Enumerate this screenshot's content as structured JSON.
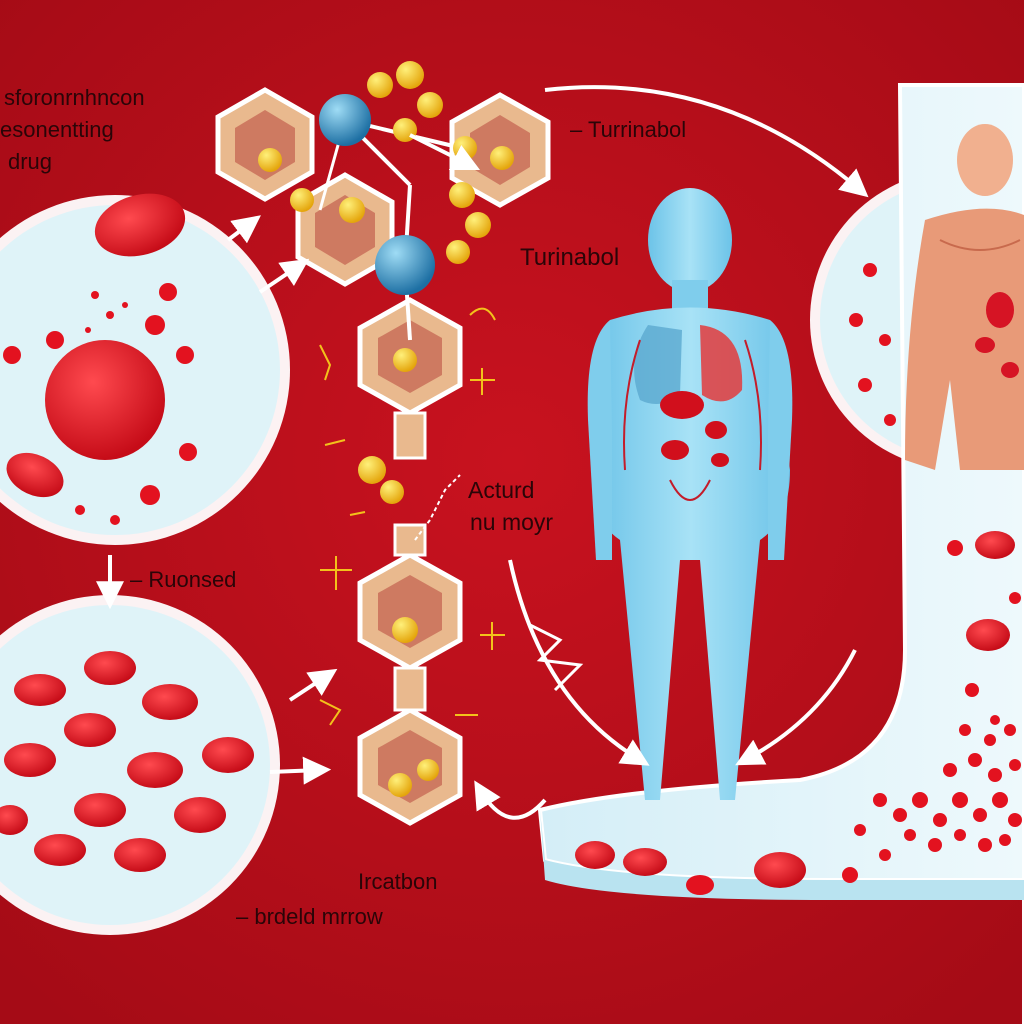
{
  "title": {
    "line1": "sforonrnhncon",
    "line2": "esonentting",
    "line3": "drug"
  },
  "labels": {
    "turinabol_top": "– Turrinabol",
    "turinabol_mid": "Turinabol",
    "actured": "Acturd",
    "nu_moyr": "nu moyr",
    "ruonsed": "– Ruonsed",
    "ircatbon": "Ircatbon",
    "bone_marrow": "– brdeld mrrow"
  },
  "colors": {
    "background": "#b8101c",
    "panel": "#dff3f8",
    "cell": "#e3121f",
    "molecule": "#f3c21b",
    "atom": "#2e8fc4",
    "hexagon": "#e9b98e",
    "body": "#8fd4ef"
  }
}
